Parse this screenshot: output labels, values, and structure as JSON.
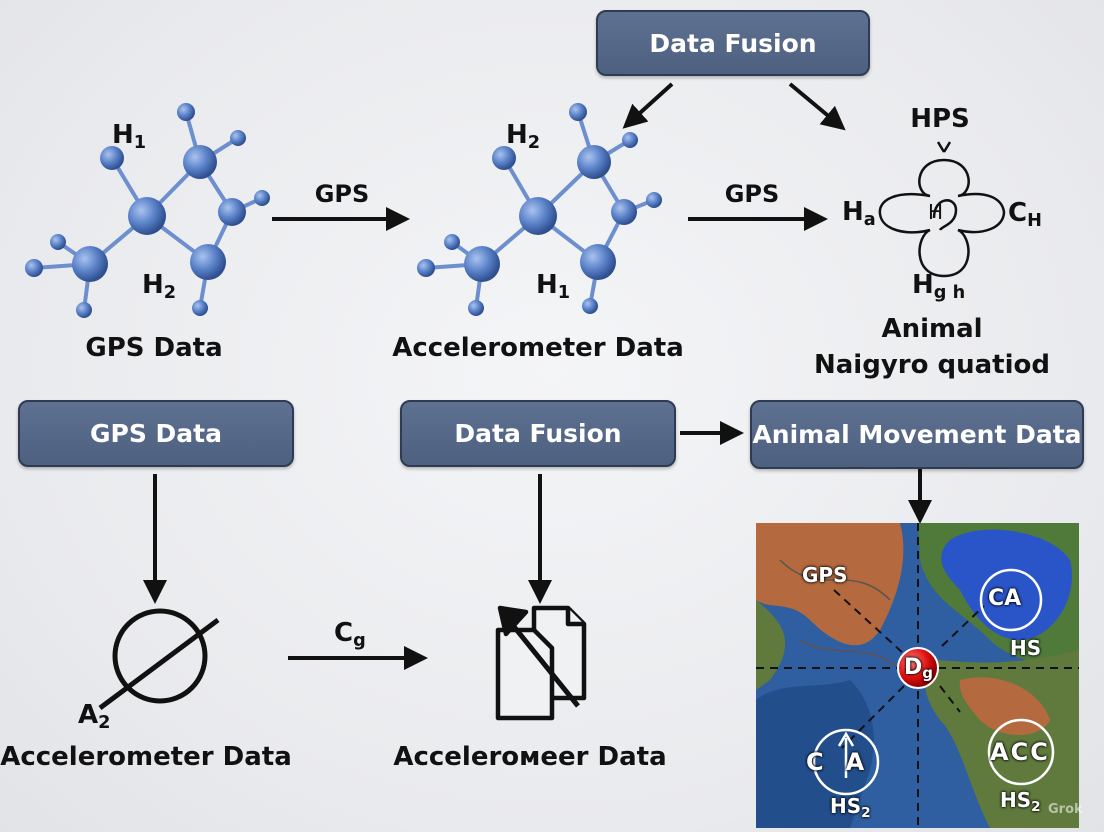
{
  "boxes": {
    "data_fusion_top": "Data Fusion",
    "gps_data": "GPS Data",
    "data_fusion_mid": "Data Fusion",
    "animal_movement": "Animal Movement Data"
  },
  "molecule_left": {
    "atom_top": {
      "base": "H",
      "sub": "1"
    },
    "atom_bottom": {
      "base": "H",
      "sub": "2"
    },
    "caption": "GPS Data"
  },
  "molecule_mid": {
    "atom_top": {
      "base": "H",
      "sub": "2"
    },
    "atom_bottom": {
      "base": "H",
      "sub": "1"
    },
    "caption": "Accelerometer Data"
  },
  "arrow_labels": {
    "gps_1": "GPS",
    "gps_2": "GPS",
    "cg": {
      "base": "C",
      "sub": "g"
    }
  },
  "hps_symbol": {
    "top": "HPS",
    "left": {
      "base": "H",
      "sub": "a"
    },
    "center": "H",
    "right": {
      "base": "C",
      "sub": "H"
    },
    "bottom": {
      "base": "H",
      "sub": "g h"
    },
    "caption_1": "Animal",
    "caption_2": "Naigyro quatiod"
  },
  "bottom_left": {
    "label": {
      "base": "A",
      "sub": "2"
    },
    "caption": "Accelerometer Data"
  },
  "bottom_mid": {
    "caption": "Accelerомeer Data"
  },
  "map": {
    "gps_label": "GPS",
    "center_marker": {
      "base": "D",
      "sub": "g"
    },
    "hs_label": "HS",
    "hs2_label": {
      "base": "HS",
      "sub": "2"
    },
    "hs2_right_label": {
      "base": "HS",
      "sub": "2"
    },
    "badge_tr": "CA",
    "badge_bl": "CA",
    "badge_br": "ACC"
  },
  "colors": {
    "box_fill": "#56688a",
    "atom": "#5b82c9",
    "marker": "#e01010"
  },
  "watermark": "Grok"
}
